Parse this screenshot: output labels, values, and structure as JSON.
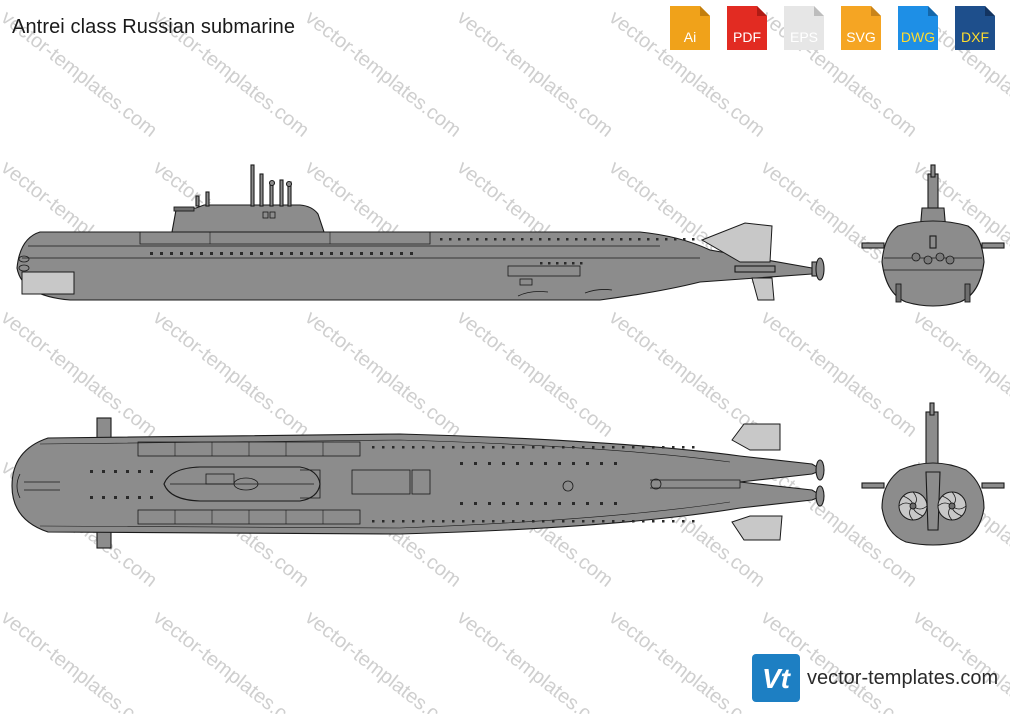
{
  "title": "Antrei class Russian submarine",
  "watermark_text": "vector-templates.com",
  "formats": [
    {
      "label": "Ai",
      "color": "#f0a21a",
      "fold": "#c37f0e",
      "icon": "file-icon"
    },
    {
      "label": "PDF",
      "color": "#e22b22",
      "fold": "#b01c15",
      "icon": "file-icon"
    },
    {
      "label": "EPS",
      "color": "#e6e6e6",
      "fold": "#bdbdbd",
      "text_color": "#ffffff",
      "icon": "file-icon"
    },
    {
      "label": "SVG",
      "color": "#f5a523",
      "fold": "#c9841a",
      "icon": "file-icon"
    },
    {
      "label": "DWG",
      "color": "#1e8fe6",
      "fold": "#1467aa",
      "text_color": "#ffdc2e",
      "icon": "file-icon"
    },
    {
      "label": "DXF",
      "color": "#1e4f8c",
      "fold": "#133461",
      "text_color": "#ffdc2e",
      "icon": "file-icon"
    }
  ],
  "brand": {
    "site": "vector-templates.com",
    "logo_text": "Vt",
    "logo_color": "#1d7fc3"
  },
  "colors": {
    "hull": "#8c8c8c",
    "hull_dark": "#6e6e6e",
    "light_panel": "#c8c8c8",
    "outline": "#1a1a1a",
    "watermark": "#cfcfcf"
  }
}
